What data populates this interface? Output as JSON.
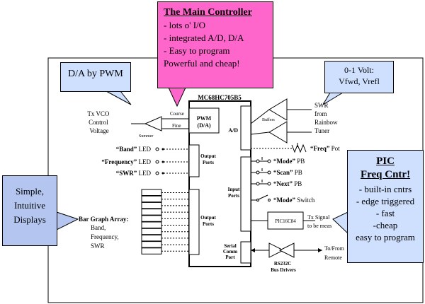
{
  "main_callout": {
    "title": "The Main Controller",
    "lines": [
      "- lots  o' I/O",
      "- integrated A/D, D/A",
      "- Easy to program",
      "Powerful and cheap!"
    ]
  },
  "da_callout": {
    "text": "D/A by PWM"
  },
  "volt_callout": {
    "line1": "0-1 Volt:",
    "line2": "Vfwd, Vrefl"
  },
  "simple_callout": {
    "lines": [
      "Simple,",
      "Intuitive",
      "Displays"
    ]
  },
  "pic_callout": {
    "title1": "PIC",
    "title2": "Freq Cntr!",
    "lines": [
      "- built-in cntrs",
      "- edge triggered",
      "- fast",
      "-cheap",
      "easy to program"
    ]
  },
  "mcu": {
    "label": "MC68HC705B5",
    "pwm_label": "PWM",
    "pwm_sub": "(D/A)",
    "ad_label": "A/D",
    "output_ports": "Output Ports",
    "input_ports": "Input Ports",
    "output_ports2": "Output Ports",
    "serial": "Serial Comm Port"
  },
  "left_side": {
    "tx_vco": [
      "Tx VCO",
      "Control",
      "Voltage"
    ],
    "course": "Course",
    "fine": "Fine",
    "summer": "Summer",
    "leds": [
      {
        "name": "“Band”",
        "suffix": " LED"
      },
      {
        "name": "“Frequency”",
        "suffix": " LED"
      },
      {
        "name": "“SWR”",
        "suffix": " LED"
      }
    ],
    "bargraph_title": "Bar Graph Array",
    "bargraph_lines": [
      "Band,",
      "Frequency,",
      "SWR"
    ]
  },
  "right_side": {
    "buffers": "Buffers",
    "swr": [
      "SWR",
      "from",
      "Rainbow",
      "Tuner"
    ],
    "pot": {
      "name": "“Freq”",
      "suffix": " Pot"
    },
    "buttons": [
      {
        "name": "“Mode”",
        "suffix": " PB"
      },
      {
        "name": "“Scan”",
        "suffix": " PB"
      },
      {
        "name": "“Next”",
        "suffix": " PB"
      }
    ],
    "switch": {
      "name": "“Mode”",
      "suffix": " Switch"
    },
    "pic_chip": "PIC16C84",
    "tx_signal": [
      "Tx Signal",
      "to be meas"
    ],
    "rs232": [
      "RS232C",
      "Bus Drivers"
    ],
    "remote": [
      "To/From",
      "Remote"
    ]
  }
}
